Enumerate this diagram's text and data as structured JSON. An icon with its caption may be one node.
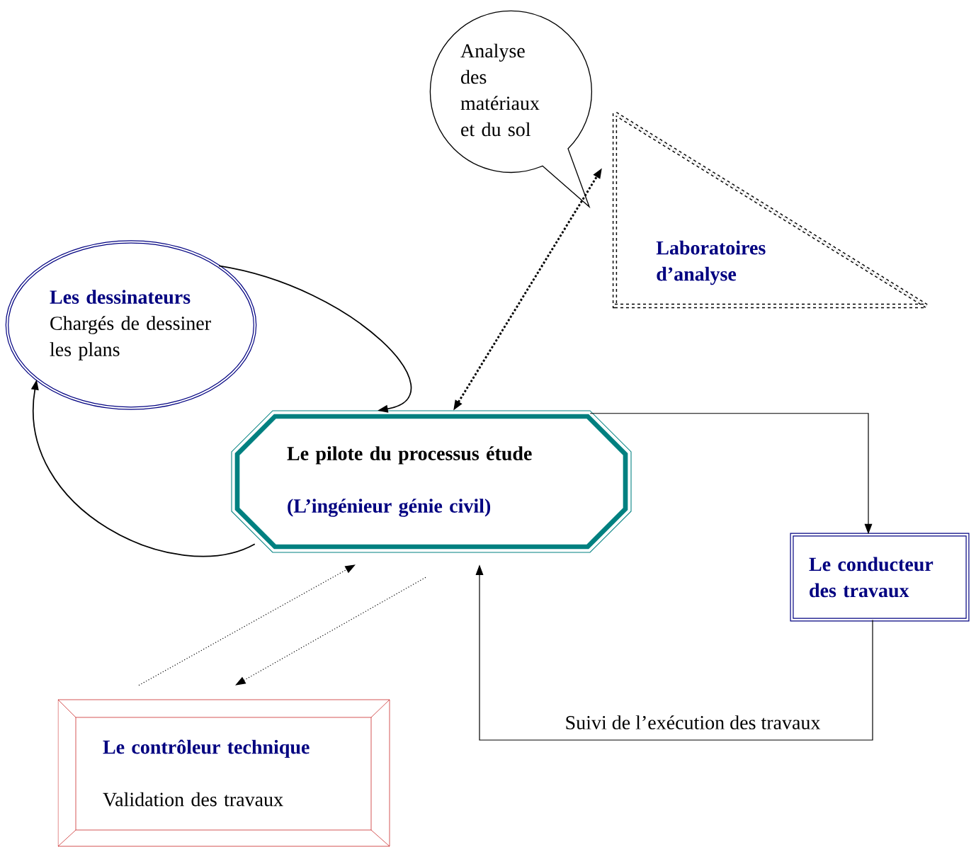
{
  "diagram": {
    "nodes": [
      {
        "text": [
          "Analyse des matériaux et du sol"
        ]
      },
      {
        "text": [
          "Laboratoires d’analyse"
        ]
      },
      {
        "text": [
          "Les dessinateurs",
          "Chargés de dessiner les plans"
        ]
      },
      {
        "text": [
          "Le pilote du processus étude",
          "(L’ingénieur génie civil)"
        ]
      },
      {
        "text": [
          "Le conducteur des travaux"
        ]
      },
      {
        "text": [
          "Le contrôleur technique",
          "Validation des travaux"
        ]
      }
    ],
    "edges": [
      {
        "from": 2,
        "to": 3,
        "arrow": "to"
      },
      {
        "from": 3,
        "to": 2,
        "arrow": "to"
      },
      {
        "from": 3,
        "to": 1,
        "arrow": "both",
        "style": "dashed"
      },
      {
        "from": 3,
        "to": 4,
        "arrow": "to"
      },
      {
        "from": 4,
        "to": 3,
        "arrow": "to",
        "label": "Suivi de l’exécution des travaux"
      },
      {
        "from": 5,
        "to": 3,
        "arrow": "to",
        "style": "dashed"
      },
      {
        "from": 3,
        "to": 5,
        "arrow": "to",
        "style": "dashed"
      }
    ]
  }
}
